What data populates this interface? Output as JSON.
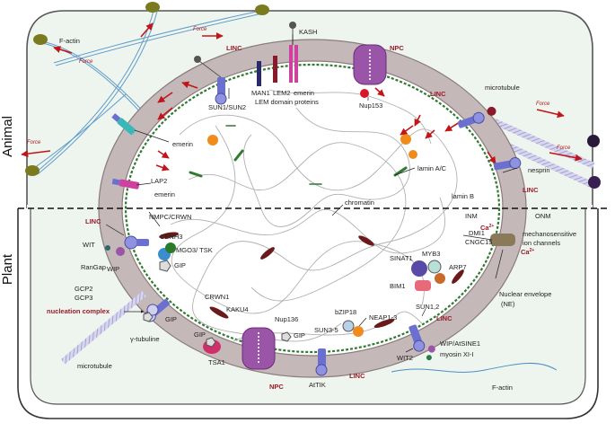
{
  "sections": {
    "animal": "Animal",
    "plant": "Plant"
  },
  "labels": {
    "f_actin_top": "F-actin",
    "force": "Force",
    "linc": "LINC",
    "kash": "KASH",
    "npc": "NPC",
    "nup153": "Nup153",
    "man1": "MAN1",
    "lem2": "LEM2",
    "emerin": "emerin",
    "lem_domain": "LEM domain proteins",
    "sun1_sun2": "SUN1/SUN2",
    "microtubule": "microtubule",
    "lamin_ac": "lamin A/C",
    "nesprin": "nesprin",
    "lamin_b": "lamin B",
    "lap2": "LAP2",
    "chromatin": "chromatin",
    "inm": "INM",
    "onm": "ONM",
    "nmpc_crwn": "NMPC/CRWN",
    "cenh3": "CENH3",
    "mgo3_tsk": "MGO3/ TSK",
    "gip": "GIP",
    "wit": "WIT",
    "wip": "WIP",
    "rangap": "RanGap",
    "dmi1": "DMI1",
    "cngc15": "CNGC15",
    "ca2": "Ca",
    "ca_sup": "2+",
    "mechanosensitive": "mechanosensitive",
    "ion_channels": "ion channels",
    "myb3": "MYB3",
    "sinat1": "SINAT1",
    "arp7": "ARP7",
    "bim1": "BIM1",
    "gcp2": "GCP2",
    "gcp3": "GCP3",
    "nucleation_complex": "nucleation complex",
    "gamma_tubuline": "γ-tubuline",
    "crwn1": "CRWN1",
    "kaku4": "KAKU4",
    "nup136": "Nup136",
    "bzip18": "bZIP18",
    "neap": "NEAP1-3",
    "sun12": "SUN1,2",
    "nuclear_envelope": "Nuclear envelope",
    "ne": "(NE)",
    "sun3_5": "SUN3-5",
    "attik": "AtTIK",
    "tsa1": "TSA1",
    "wit2": "WIT2",
    "wip_atsine1": "WIP/AtSINE1",
    "myosin": "myosin XI-I",
    "f_actin_bottom": "F-actin"
  },
  "colors": {
    "cytoplasm": "#eef4ee",
    "envelope": "#c5b8b8",
    "envelope_stroke": "#8a7c7c",
    "npc": "#9a55a8",
    "linc_red": "#9b1b2a",
    "force_arrow": "#c0161a",
    "sun_blue": "#6a6fd0",
    "lamina_green": "#2f7a2f",
    "orange": "#f08c1c",
    "olive": "#7a7a1e",
    "chromatin_line": "#b0b0b0"
  }
}
